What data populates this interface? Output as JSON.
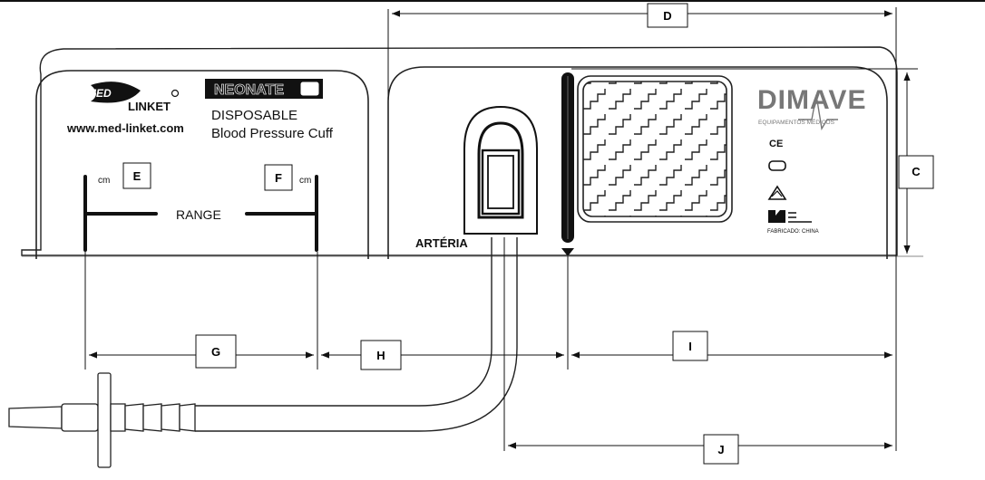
{
  "dimension_labels": {
    "c": "C",
    "d": "D",
    "e": "E",
    "f": "F",
    "g": "G",
    "h": "H",
    "i": "I",
    "j": "J"
  },
  "left_panel": {
    "brand_med": "MED",
    "brand_linket": "LINKET",
    "website": "www.med-linket.com",
    "size_label": "NEONATE",
    "product_line1": "DISPOSABLE",
    "product_line2": "Blood Pressure Cuff",
    "unit_left": "cm",
    "unit_right": "cm",
    "range_label": "RANGE"
  },
  "right_panel": {
    "artery_label": "ARTÉRIA",
    "brand_name": "DIMAVE",
    "brand_tagline": "EQUIPAMENTOS MÉDICOS",
    "ce_mark": "CE",
    "made_in": "FABRICADO: CHINA"
  }
}
